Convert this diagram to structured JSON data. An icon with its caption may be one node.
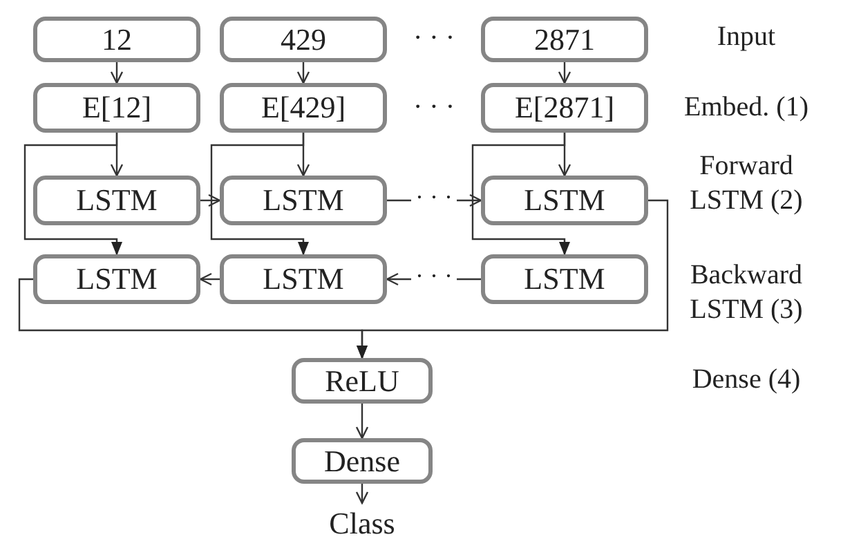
{
  "diagram": {
    "nodes": [
      {
        "text": [
          "12"
        ]
      },
      {
        "text": [
          "429"
        ]
      },
      {
        "text": [
          "2871"
        ]
      },
      {
        "text": [
          "E[12]"
        ]
      },
      {
        "text": [
          "E[429]"
        ]
      },
      {
        "text": [
          "E[2871]"
        ]
      },
      {
        "text": [
          "LSTM"
        ]
      },
      {
        "text": [
          "LSTM"
        ]
      },
      {
        "text": [
          "LSTM"
        ]
      },
      {
        "text": [
          "LSTM"
        ]
      },
      {
        "text": [
          "LSTM"
        ]
      },
      {
        "text": [
          "LSTM"
        ]
      },
      {
        "text": [
          "ReLU"
        ]
      },
      {
        "text": [
          "Dense"
        ]
      },
      {
        "text": [
          "Class"
        ]
      }
    ],
    "edges": [
      {
        "from": 0,
        "to": 3,
        "arrow": "to"
      },
      {
        "from": 1,
        "to": 4,
        "arrow": "to"
      },
      {
        "from": 2,
        "to": 5,
        "arrow": "to"
      },
      {
        "from": 3,
        "to": 6,
        "arrow": "to"
      },
      {
        "from": 4,
        "to": 7,
        "arrow": "to"
      },
      {
        "from": 5,
        "to": 8,
        "arrow": "to"
      },
      {
        "from": 3,
        "to": 9,
        "arrow": "to"
      },
      {
        "from": 4,
        "to": 10,
        "arrow": "to"
      },
      {
        "from": 5,
        "to": 11,
        "arrow": "to"
      },
      {
        "from": 6,
        "to": 7,
        "arrow": "to"
      },
      {
        "from": 7,
        "to": 8,
        "label": "· · ·",
        "arrow": "to"
      },
      {
        "from": 11,
        "to": 10,
        "label": "· · ·",
        "arrow": "to"
      },
      {
        "from": 10,
        "to": 9,
        "arrow": "to"
      },
      {
        "from": 9,
        "to": 12,
        "arrow": "to"
      },
      {
        "from": 8,
        "to": 12,
        "arrow": "to"
      },
      {
        "from": 12,
        "to": 13,
        "arrow": "to"
      },
      {
        "from": 13,
        "to": 14,
        "arrow": "to"
      }
    ],
    "labels": [
      "· · ·",
      "Input",
      "· · ·",
      "Embed. (1)",
      "Forward LSTM (2)",
      "Backward LSTM (3)",
      "Dense (4)"
    ]
  }
}
